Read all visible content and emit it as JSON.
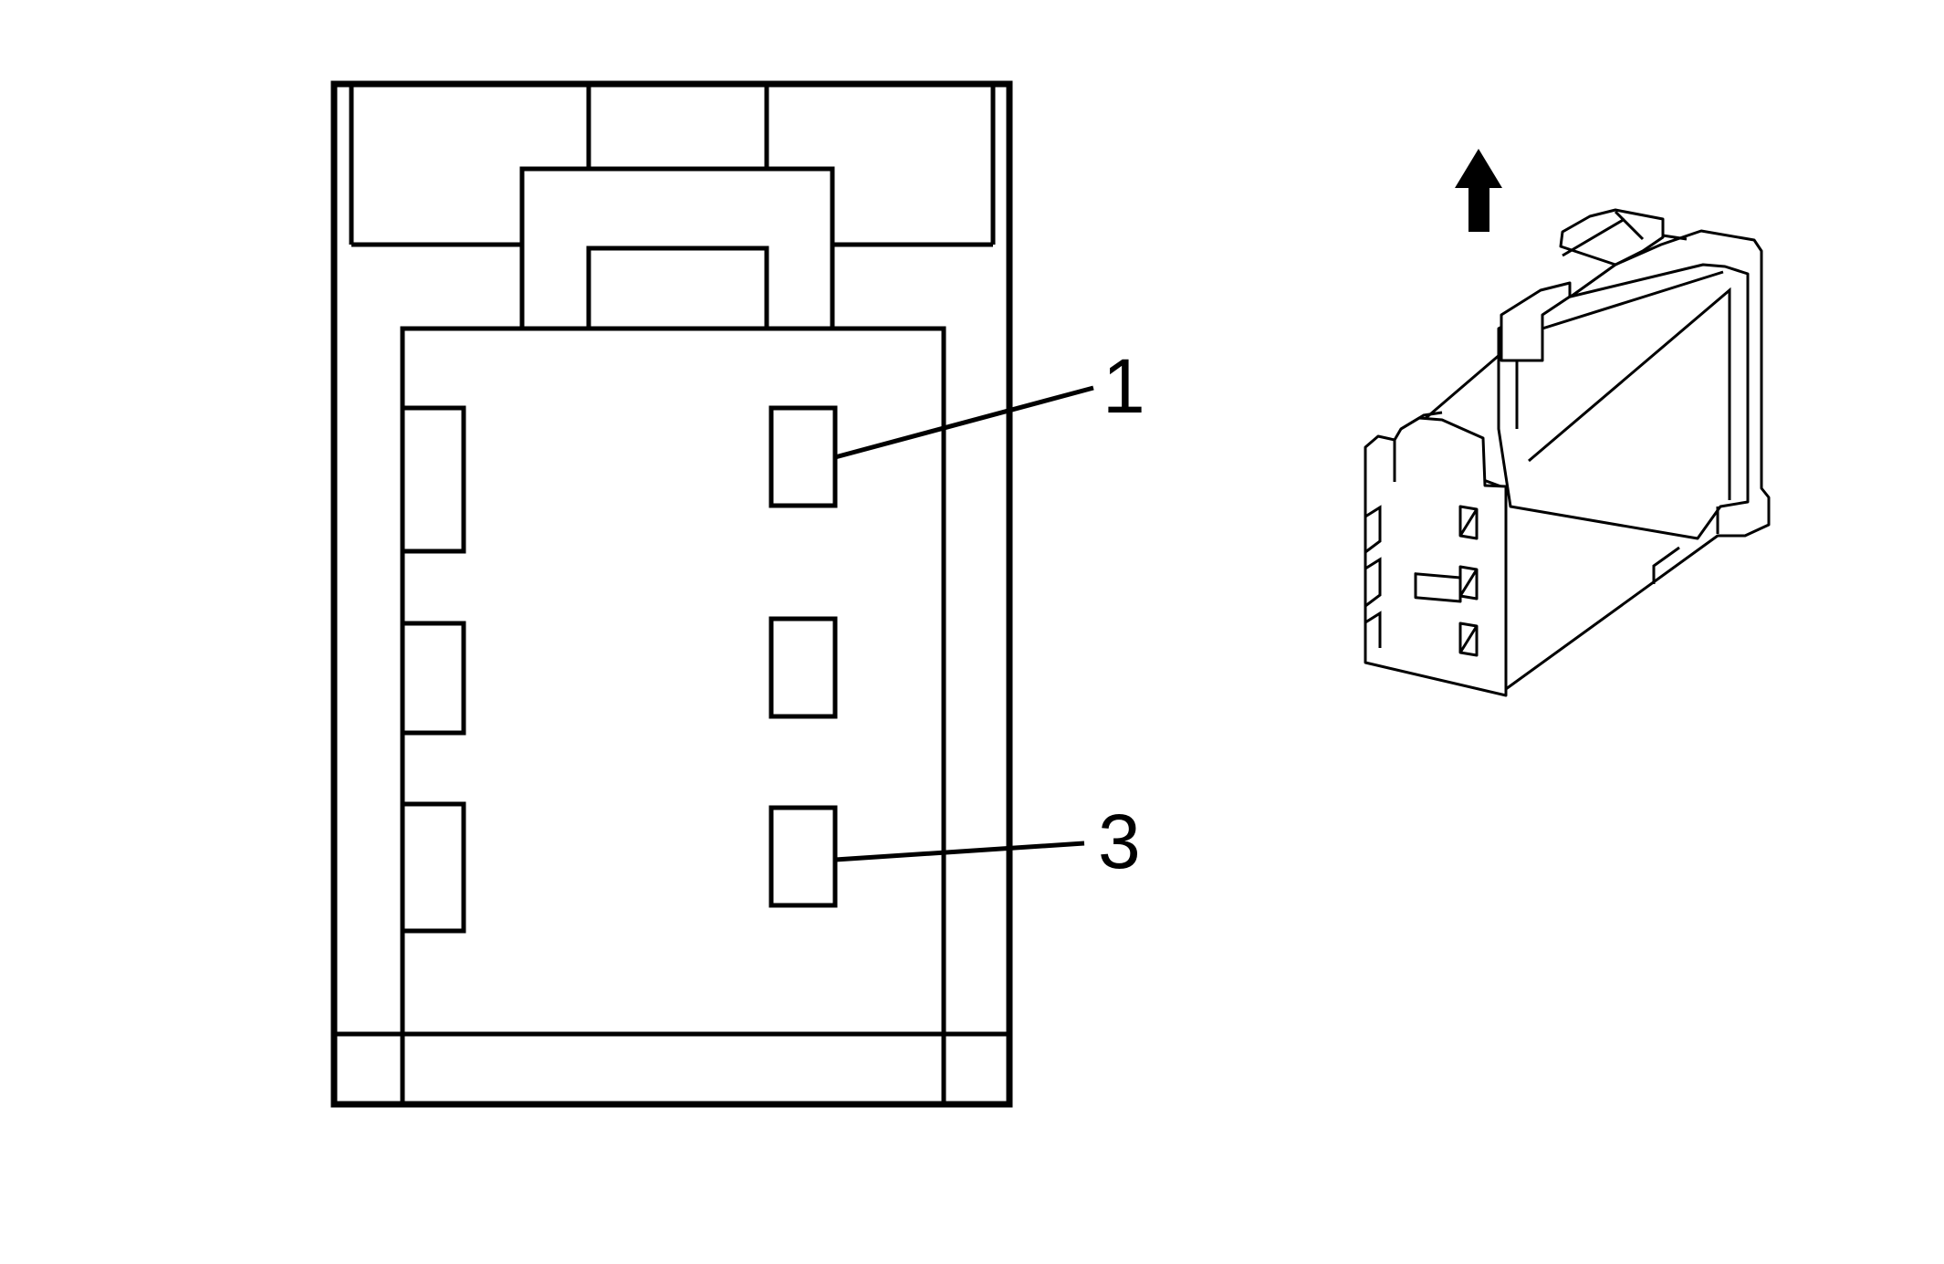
{
  "callouts": [
    {
      "id": "pin-1",
      "label": "1"
    },
    {
      "id": "pin-3",
      "label": "3"
    }
  ],
  "colors": {
    "line": "#000000",
    "background": "#ffffff"
  }
}
